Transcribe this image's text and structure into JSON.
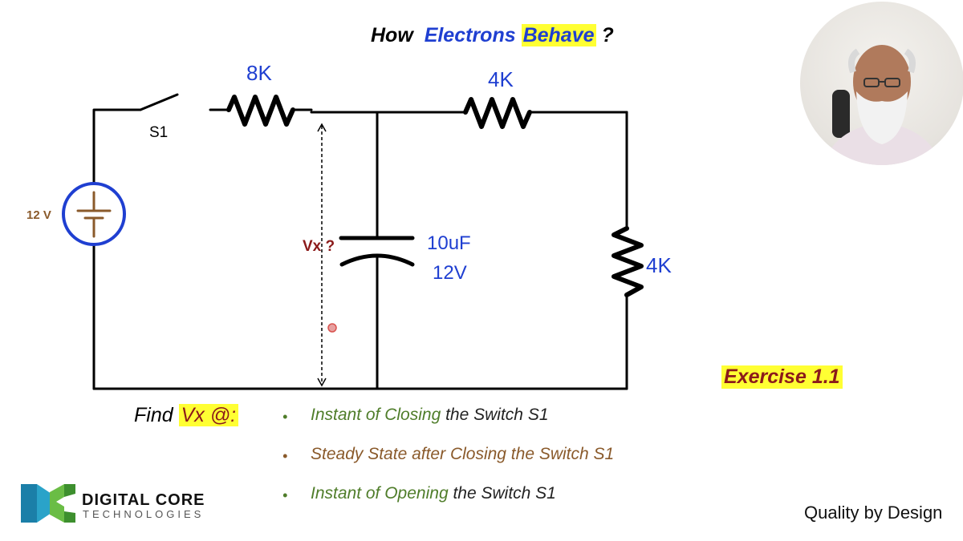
{
  "title": {
    "part1": "How",
    "part2": "Electrons",
    "part3": "Behave",
    "part4": "?"
  },
  "components": {
    "r1": "8K",
    "r2": "4K",
    "r3": "4K",
    "switch": "S1",
    "source": "12 V",
    "cap_value": "10uF",
    "cap_voltage": "12V",
    "probe": "Vx ?"
  },
  "exercise": "Exercise 1.1",
  "find": {
    "prefix": "Find",
    "highlight": "Vx @:"
  },
  "bullets": [
    {
      "em": "Instant of Closing",
      "rest": " the Switch S1",
      "em_color": "#4f7d2a"
    },
    {
      "em": "Steady State",
      "rest": " after Closing the Switch S1",
      "em_color": "#8a5a2b"
    },
    {
      "em": "Instant of Opening",
      "rest": " the Switch S1",
      "em_color": "#4f7d2a"
    }
  ],
  "logo": {
    "main": "DIGITAL CORE",
    "sub": "TECHNOLOGIES"
  },
  "tagline": "Quality by Design",
  "colors": {
    "component_blue": "#1f3fd1",
    "highlight": "#ffff33",
    "dark_red": "#8b1a1a"
  }
}
